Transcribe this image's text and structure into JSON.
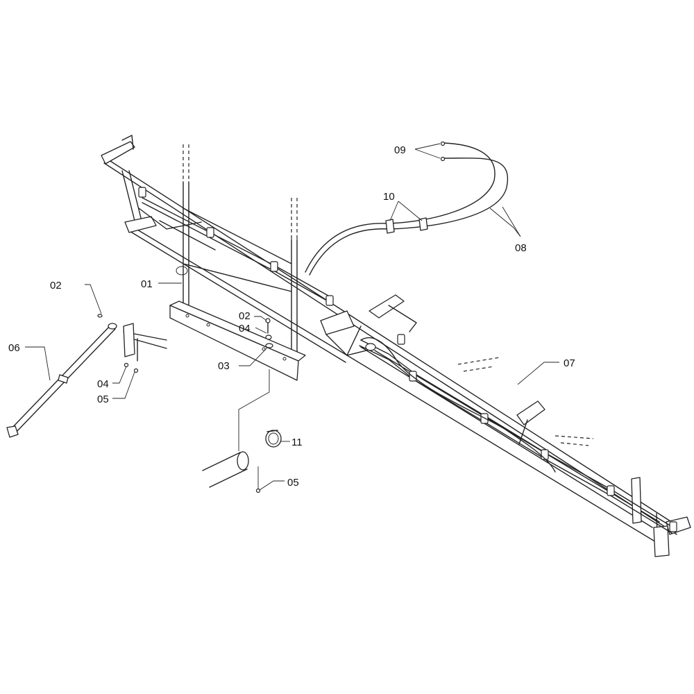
{
  "diagram": {
    "callouts": [
      {
        "id": "c-01",
        "text": "01"
      },
      {
        "id": "c-02a",
        "text": "02"
      },
      {
        "id": "c-02b",
        "text": "02"
      },
      {
        "id": "c-03",
        "text": "03"
      },
      {
        "id": "c-04a",
        "text": "04"
      },
      {
        "id": "c-04b",
        "text": "04"
      },
      {
        "id": "c-05a",
        "text": "05"
      },
      {
        "id": "c-05b",
        "text": "05"
      },
      {
        "id": "c-06",
        "text": "06"
      },
      {
        "id": "c-07",
        "text": "07"
      },
      {
        "id": "c-08",
        "text": "08"
      },
      {
        "id": "c-09",
        "text": "09"
      },
      {
        "id": "c-10",
        "text": "10"
      },
      {
        "id": "c-11",
        "text": "11"
      }
    ]
  }
}
